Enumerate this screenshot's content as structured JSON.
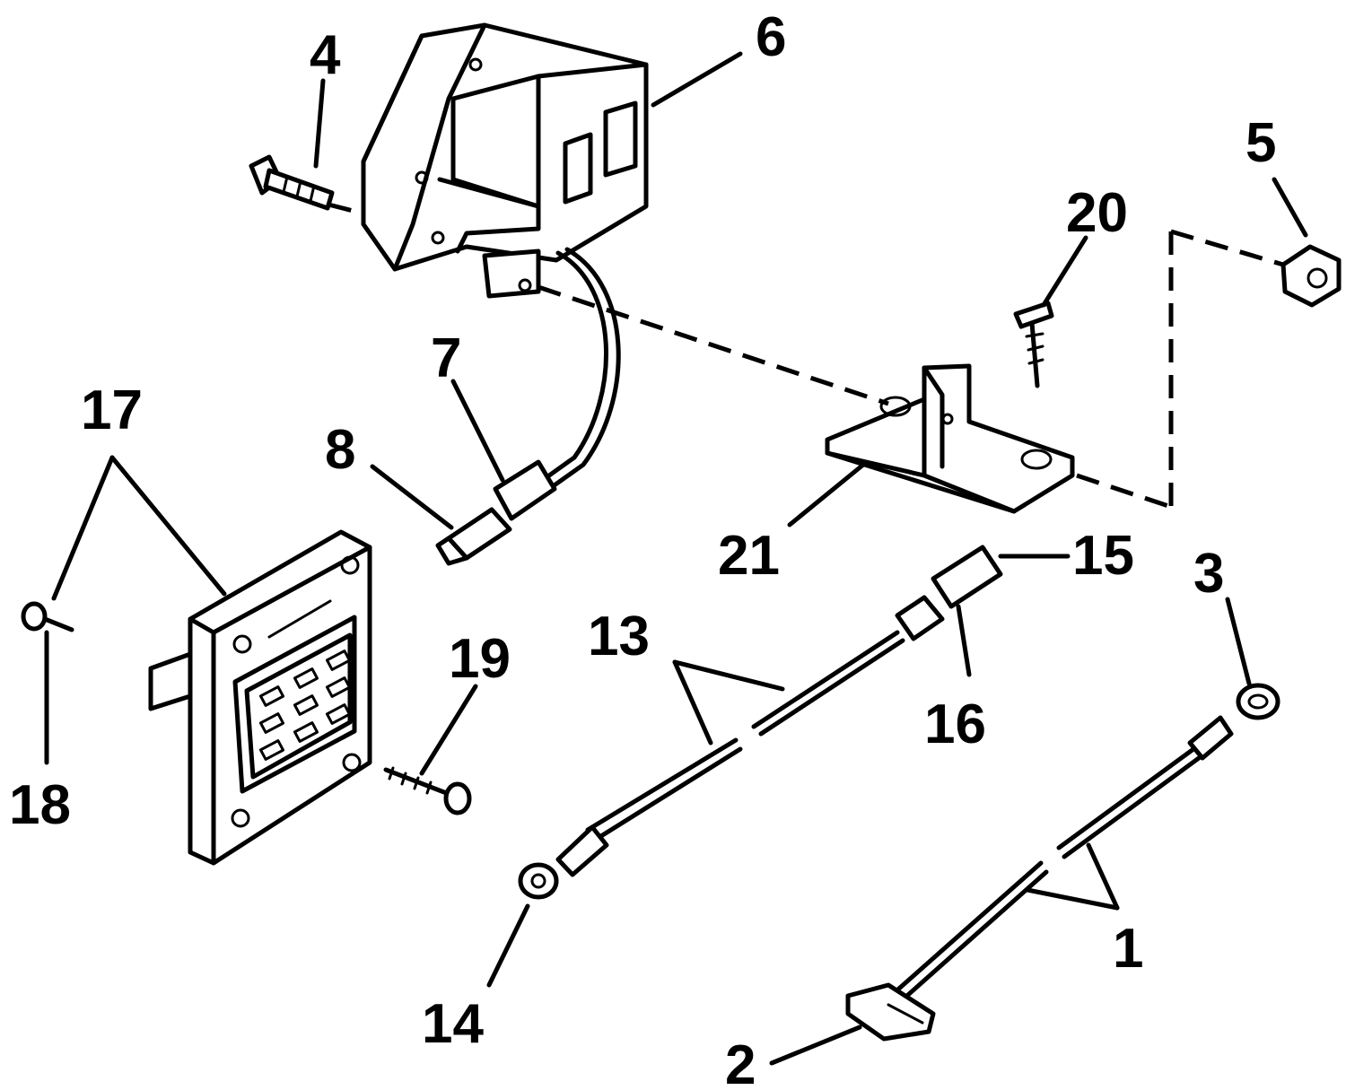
{
  "diagram": {
    "labels": {
      "l1": "1",
      "l2": "2",
      "l3": "3",
      "l4": "4",
      "l5": "5",
      "l6": "6",
      "l7": "7",
      "l8": "8",
      "l13": "13",
      "l14": "14",
      "l15": "15",
      "l16": "16",
      "l17": "17",
      "l18": "18",
      "l19": "19",
      "l20": "20",
      "l21": "21"
    },
    "colors": {
      "ink": "#000000",
      "paper": "#ffffff"
    }
  }
}
